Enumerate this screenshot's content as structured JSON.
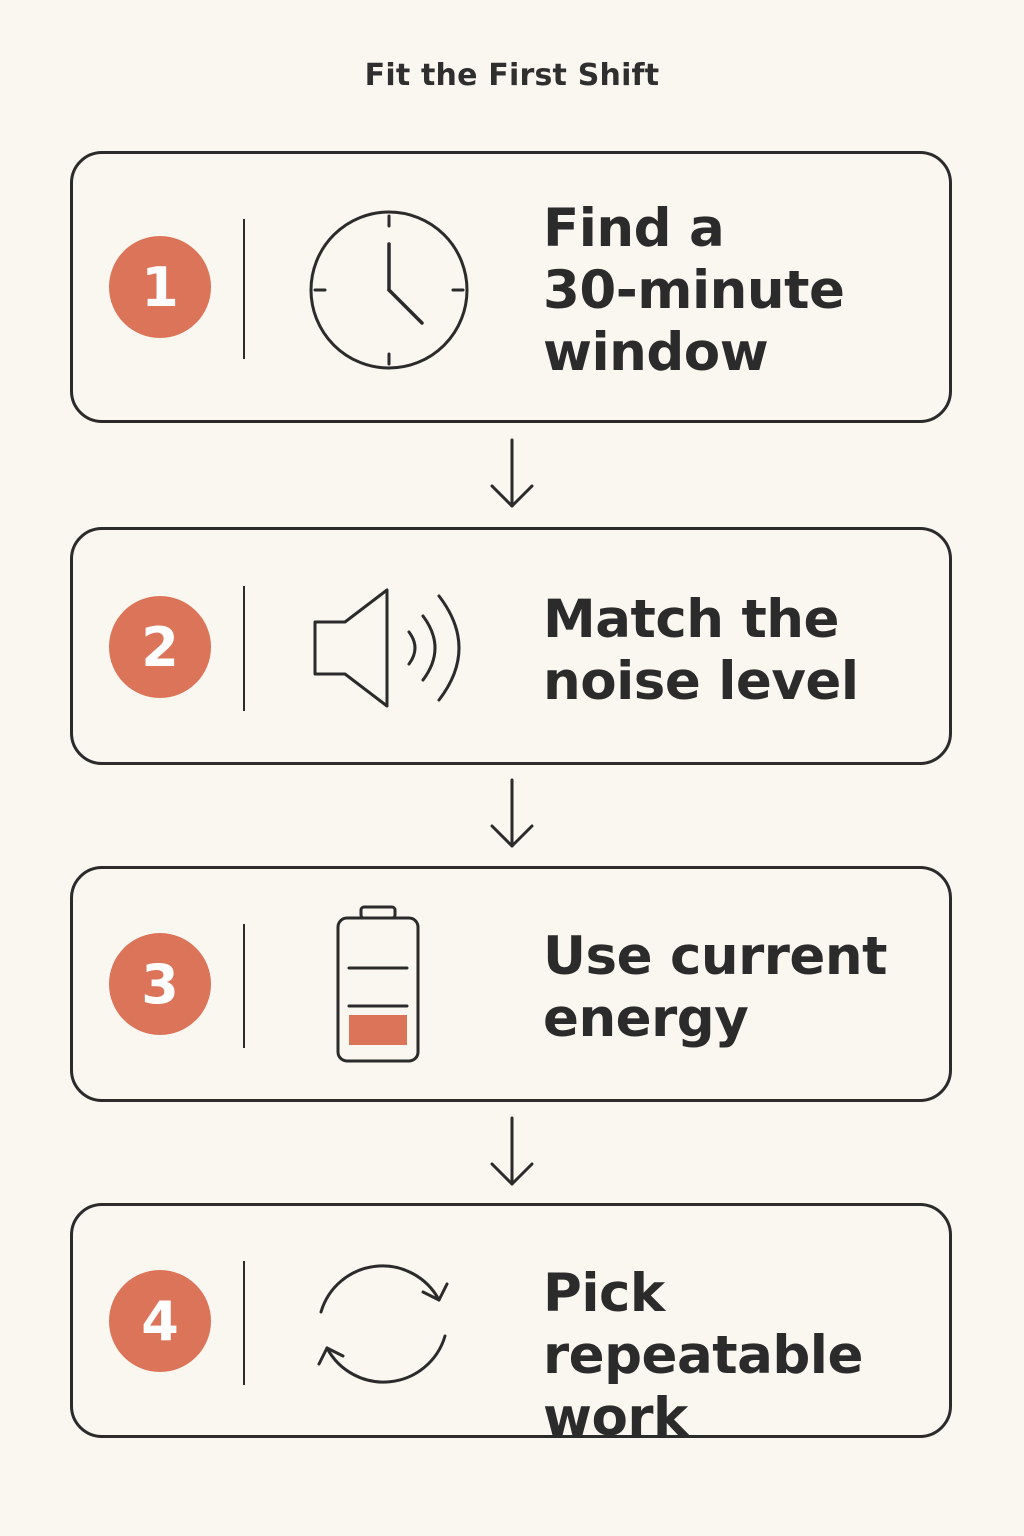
{
  "title": "Fit the First Shift",
  "steps": [
    {
      "number": "1",
      "text": "Find a\n30-minute\nwindow",
      "icon": "clock-icon"
    },
    {
      "number": "2",
      "text": "Match the\nnoise level",
      "icon": "speaker-icon"
    },
    {
      "number": "3",
      "text": "Use current\nenergy",
      "icon": "battery-icon"
    },
    {
      "number": "4",
      "text": "Pick repeatable\nwork",
      "icon": "repeat-icon"
    }
  ],
  "colors": {
    "background": "#faf6f0",
    "accent": "#dc745a",
    "stroke": "#2b2b2b"
  }
}
